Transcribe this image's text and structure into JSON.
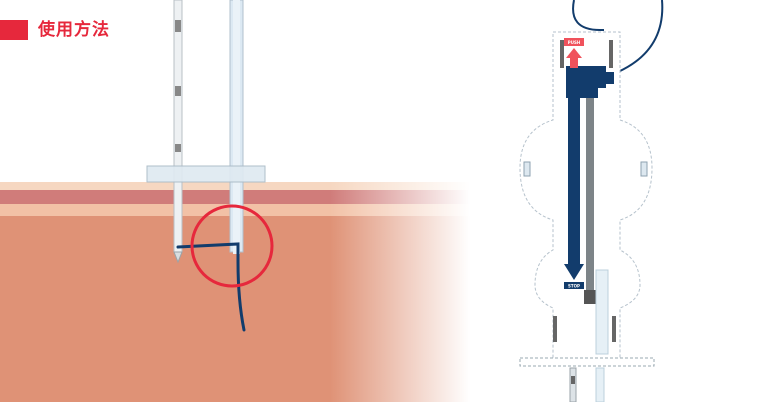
{
  "header": {
    "title": "使用方法",
    "accent_color": "#e6283c"
  },
  "illustration": {
    "skin_colors": {
      "epidermis": "#f6d7c1",
      "dermis_band": "#d07c7a",
      "tissue": "#df9276"
    },
    "thread_color": "#123c6c",
    "highlight_circle_color": "#e6283c",
    "device": {
      "stroke_color": "#123c6c",
      "push_label": "PUSH",
      "stop_label": "STOP",
      "arrow_up_color": "#f0525c",
      "arrow_down_color": "#123c6c"
    }
  }
}
